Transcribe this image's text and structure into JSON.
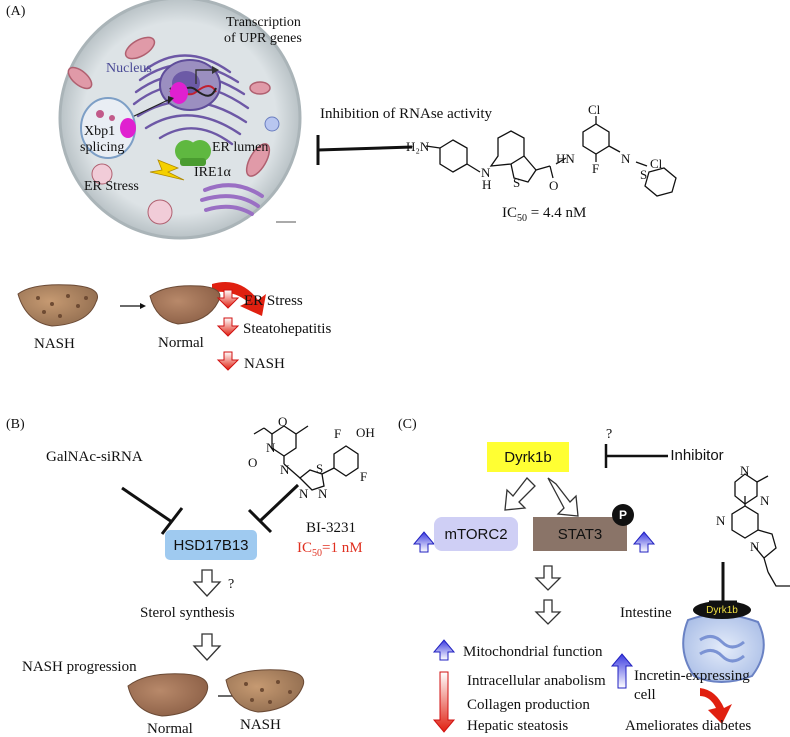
{
  "panel_a": {
    "label": "(A)",
    "cell": {
      "nucleus": "Nucleus",
      "transcription": "Transcription",
      "upr_genes": "of UPR genes",
      "xbp1": "Xbp1",
      "splicing": "splicing",
      "er_lumen": "ER lumen",
      "ire1a": "IRE1α",
      "er_stress": "ER Stress"
    },
    "inhibition_text": "Inhibition of RNAse activity",
    "molecule": {
      "h2n": "H₂N",
      "n": "N",
      "h": "H",
      "s": "S",
      "o": "O",
      "hn": "HN",
      "cl1": "Cl",
      "f": "F",
      "nh": "N",
      "cl2": "Cl",
      "s2": "S",
      "ic50_prefix": "IC",
      "ic50_sub": "50",
      "ic50_value": " = 4.4 nM"
    },
    "nash": "NASH",
    "normal": "Normal",
    "outcomes": [
      "ER Stress",
      "Steatohepatitis",
      "NASH"
    ]
  },
  "panel_b": {
    "label": "(B)",
    "galnac": "GalNAc-siRNA",
    "hsd": "HSD17B13",
    "question": "?",
    "sterol": "Sterol synthesis",
    "nash_progression": "NASH progression",
    "normal": "Normal",
    "nash": "NASH",
    "compound": "BI-3231",
    "ic50_prefix": "IC",
    "ic50_sub": "50",
    "ic50_value": "=1 nM",
    "atoms": {
      "o1": "O",
      "o2": "O",
      "n1": "N",
      "n2": "N",
      "s": "S",
      "nn1": "N",
      "nn2": "N",
      "f1": "F",
      "oh": "OH",
      "f2": "F"
    }
  },
  "panel_c": {
    "label": "(C)",
    "dyrk1b": "Dyrk1b",
    "question": "?",
    "inhibitor": "Inhibitor",
    "mtorc2": "mTORC2",
    "stat3": "STAT3",
    "p": "P",
    "intestine": "Intestine",
    "intestine_dyrk": "Dyrk1b",
    "effects": [
      "Mitochondrial function",
      "Intracellular anabolism",
      "Collagen production",
      "Hepatic steatosis"
    ],
    "incretin": "Incretin-expressing",
    "cell": "cell",
    "ameliorates": "Ameliorates diabetes",
    "atoms": {
      "n1": "N",
      "n2": "N",
      "n3": "N",
      "n4": "N"
    }
  },
  "colors": {
    "hsd_box": "#9fcaf0",
    "dyrk_box": "#ffff33",
    "mtorc2_box": "#cfcff5",
    "stat3_box": "#8a7468",
    "ic50_red": "#e03020",
    "arrow_red": "#e02010",
    "arrow_blue": "#3a3ae0"
  }
}
